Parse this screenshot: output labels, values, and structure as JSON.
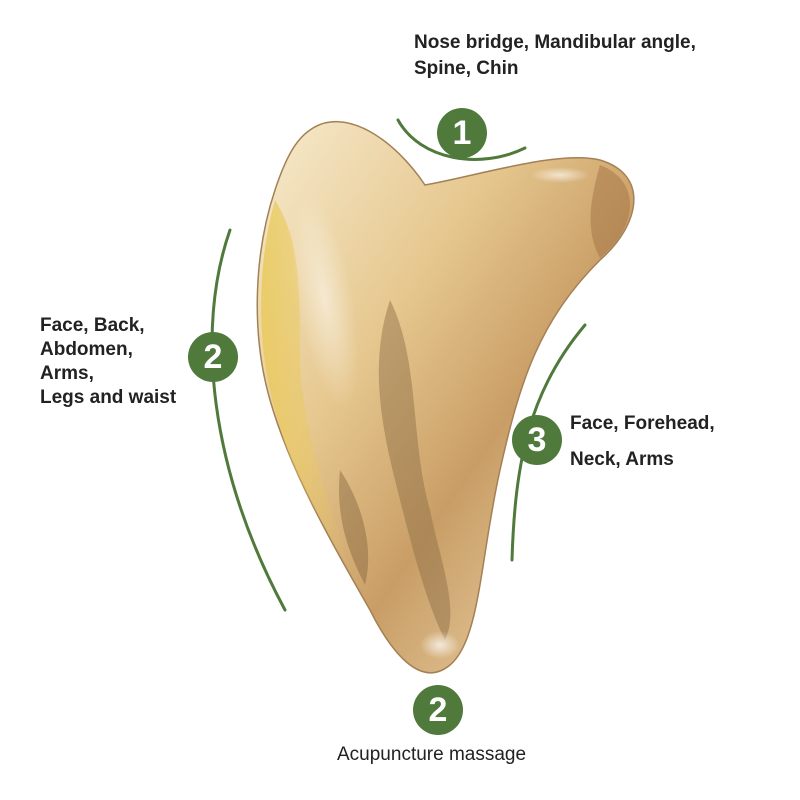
{
  "colors": {
    "accent": "#4f7a3c",
    "text": "#222222",
    "stone_light": "#f3e2bf",
    "stone_mid": "#d8b27a",
    "stone_dark": "#8a6a44",
    "stone_yellow": "#e9c95a"
  },
  "zones": [
    {
      "number": "1",
      "lines": [
        "Nose bridge, Mandibular angle,",
        "Spine, Chin"
      ]
    },
    {
      "number": "2",
      "lines": [
        "Face, Back,",
        "Abdomen,",
        "Arms,",
        "Legs and waist"
      ]
    },
    {
      "number": "3",
      "lines": [
        "Face, Forehead,",
        "Neck, Arms"
      ]
    },
    {
      "number": "2",
      "lines": [
        "Acupuncture massage"
      ]
    }
  ]
}
